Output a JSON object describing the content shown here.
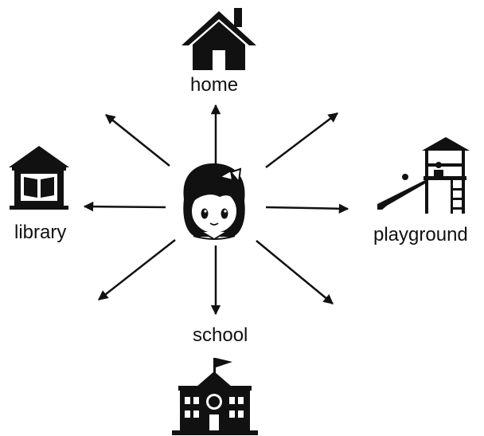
{
  "diagram": {
    "places": {
      "home": "home",
      "library": "library",
      "playground": "playground",
      "school": "school"
    },
    "center_figure": "girl-icon",
    "arrow_count": 8,
    "colors": {
      "ink": "#111111",
      "background": "#ffffff",
      "skin": "#ffffff"
    }
  }
}
